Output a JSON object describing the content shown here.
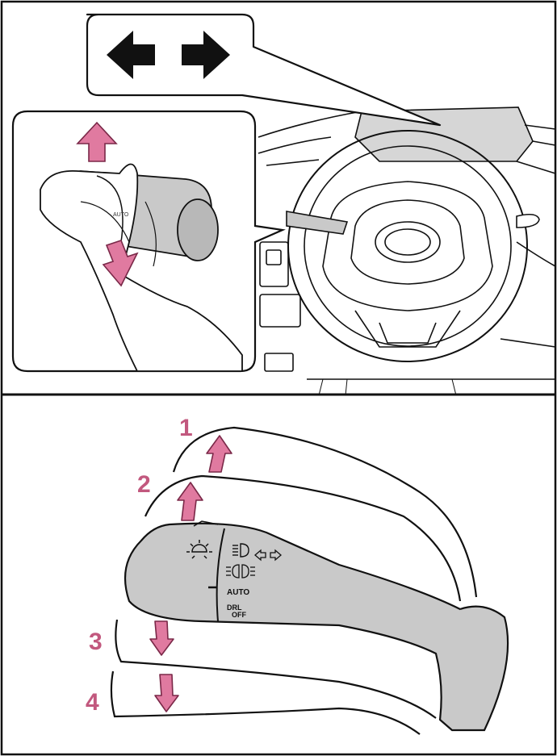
{
  "colors": {
    "accent": "#e07aa0",
    "accent_stroke": "#7a2848",
    "stalk_fill": "#c9c9c9",
    "screen_fill": "#d6d6d6",
    "line": "#111111",
    "background": "#ffffff"
  },
  "top_panel": {
    "callout": {
      "icons": [
        "left-turn-arrow-icon",
        "right-turn-arrow-icon"
      ]
    },
    "inset": {
      "arrows": [
        "push-up-arrow",
        "pull-down-arrow"
      ],
      "stalk_labels": {
        "auto": "AUTO"
      }
    }
  },
  "bottom_panel": {
    "positions": [
      {
        "number": "1",
        "direction": "up"
      },
      {
        "number": "2",
        "direction": "up"
      },
      {
        "number": "3",
        "direction": "down"
      },
      {
        "number": "4",
        "direction": "down"
      }
    ],
    "stalk_labels": {
      "auto": "AUTO",
      "drl": "DRL",
      "off": "OFF"
    },
    "icons": [
      "sun-light-icon",
      "high-beam-icon",
      "flash-beam-icon",
      "turn-signal-arrows-icon"
    ]
  }
}
